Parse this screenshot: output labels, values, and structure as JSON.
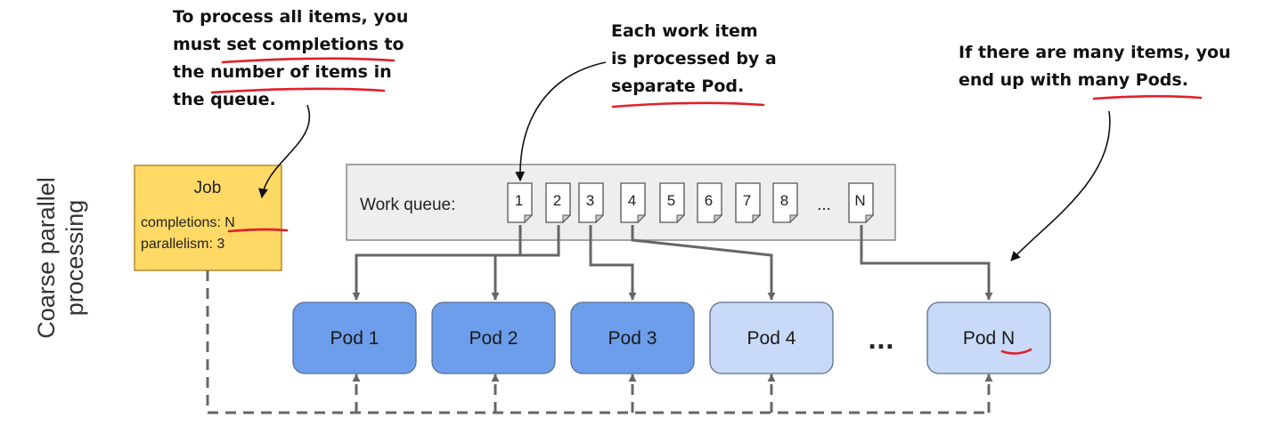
{
  "side_title": [
    "Coarse parallel",
    "processing"
  ],
  "job": {
    "title": "Job",
    "completions": "completions: N",
    "parallelism": "parallelism: 3"
  },
  "work_queue": {
    "label": "Work queue:",
    "items": [
      "1",
      "2",
      "3",
      "4",
      "5",
      "6",
      "7",
      "8"
    ],
    "ellipsis": "...",
    "last_item": "N"
  },
  "pods": [
    {
      "label": "Pod 1",
      "active": true
    },
    {
      "label": "Pod 2",
      "active": true
    },
    {
      "label": "Pod 3",
      "active": true
    },
    {
      "label": "Pod 4",
      "active": false
    },
    {
      "label": "Pod N",
      "active": false
    }
  ],
  "pods_ellipsis": "...",
  "annotations": {
    "left": [
      "To process all items, you",
      "must set completions to",
      "the number of items in",
      "the queue."
    ],
    "center": [
      "Each work item",
      "is processed by a",
      "separate Pod."
    ],
    "right": [
      "If there are many items, you",
      "end up with many Pods."
    ]
  },
  "colors": {
    "job_fill": "#ffd966",
    "job_stroke": "#b7892b",
    "queue_fill": "#eeeeee",
    "pod_active": "#6d9eeb",
    "pod_inactive": "#c9daf8",
    "pod_stroke": "#5a6f8f",
    "underline": "#e0202a",
    "connector": "#666666"
  }
}
